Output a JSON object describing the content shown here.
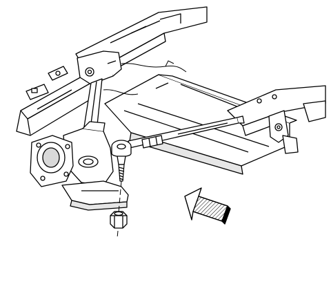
{
  "figure": {
    "background": "#ffffff",
    "line_color": "#000000",
    "shade_color": "#d9d9d9",
    "components": [
      {
        "name": "frame-rail",
        "icon": "frame-rail-icon"
      },
      {
        "name": "cross-member",
        "icon": "cross-member-icon"
      },
      {
        "name": "upper-control-arm-bracket",
        "icon": "bracket-icon"
      },
      {
        "name": "steering-knuckle",
        "icon": "knuckle-icon"
      },
      {
        "name": "lower-control-arm",
        "icon": "control-arm-icon"
      },
      {
        "name": "brake-backing-plate",
        "icon": "backing-plate-icon"
      },
      {
        "name": "outer-tie-rod-end",
        "icon": "ball-joint-icon"
      },
      {
        "name": "tie-rod",
        "icon": "tie-rod-icon"
      },
      {
        "name": "stud",
        "icon": "stud-icon"
      },
      {
        "name": "castle-nut",
        "icon": "nut-icon"
      },
      {
        "name": "direction-arrow",
        "icon": "arrow-icon"
      }
    ]
  }
}
